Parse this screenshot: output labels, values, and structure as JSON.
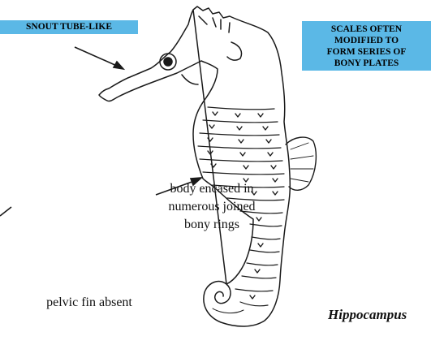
{
  "title": "Hippocampus",
  "labels": {
    "snout": "SNOUT TUBE-LIKE",
    "scales": [
      "SCALES OFTEN",
      "MODIFIED TO",
      "FORM SERIES OF",
      "BONY PLATES"
    ],
    "rings": [
      "body encased in",
      "numerous joined",
      "bony rings"
    ],
    "pelvic": "pelvic fin absent"
  },
  "colors": {
    "label_box_fill": "#5bb8e6",
    "drawing_ink": "#1a1a1a"
  }
}
